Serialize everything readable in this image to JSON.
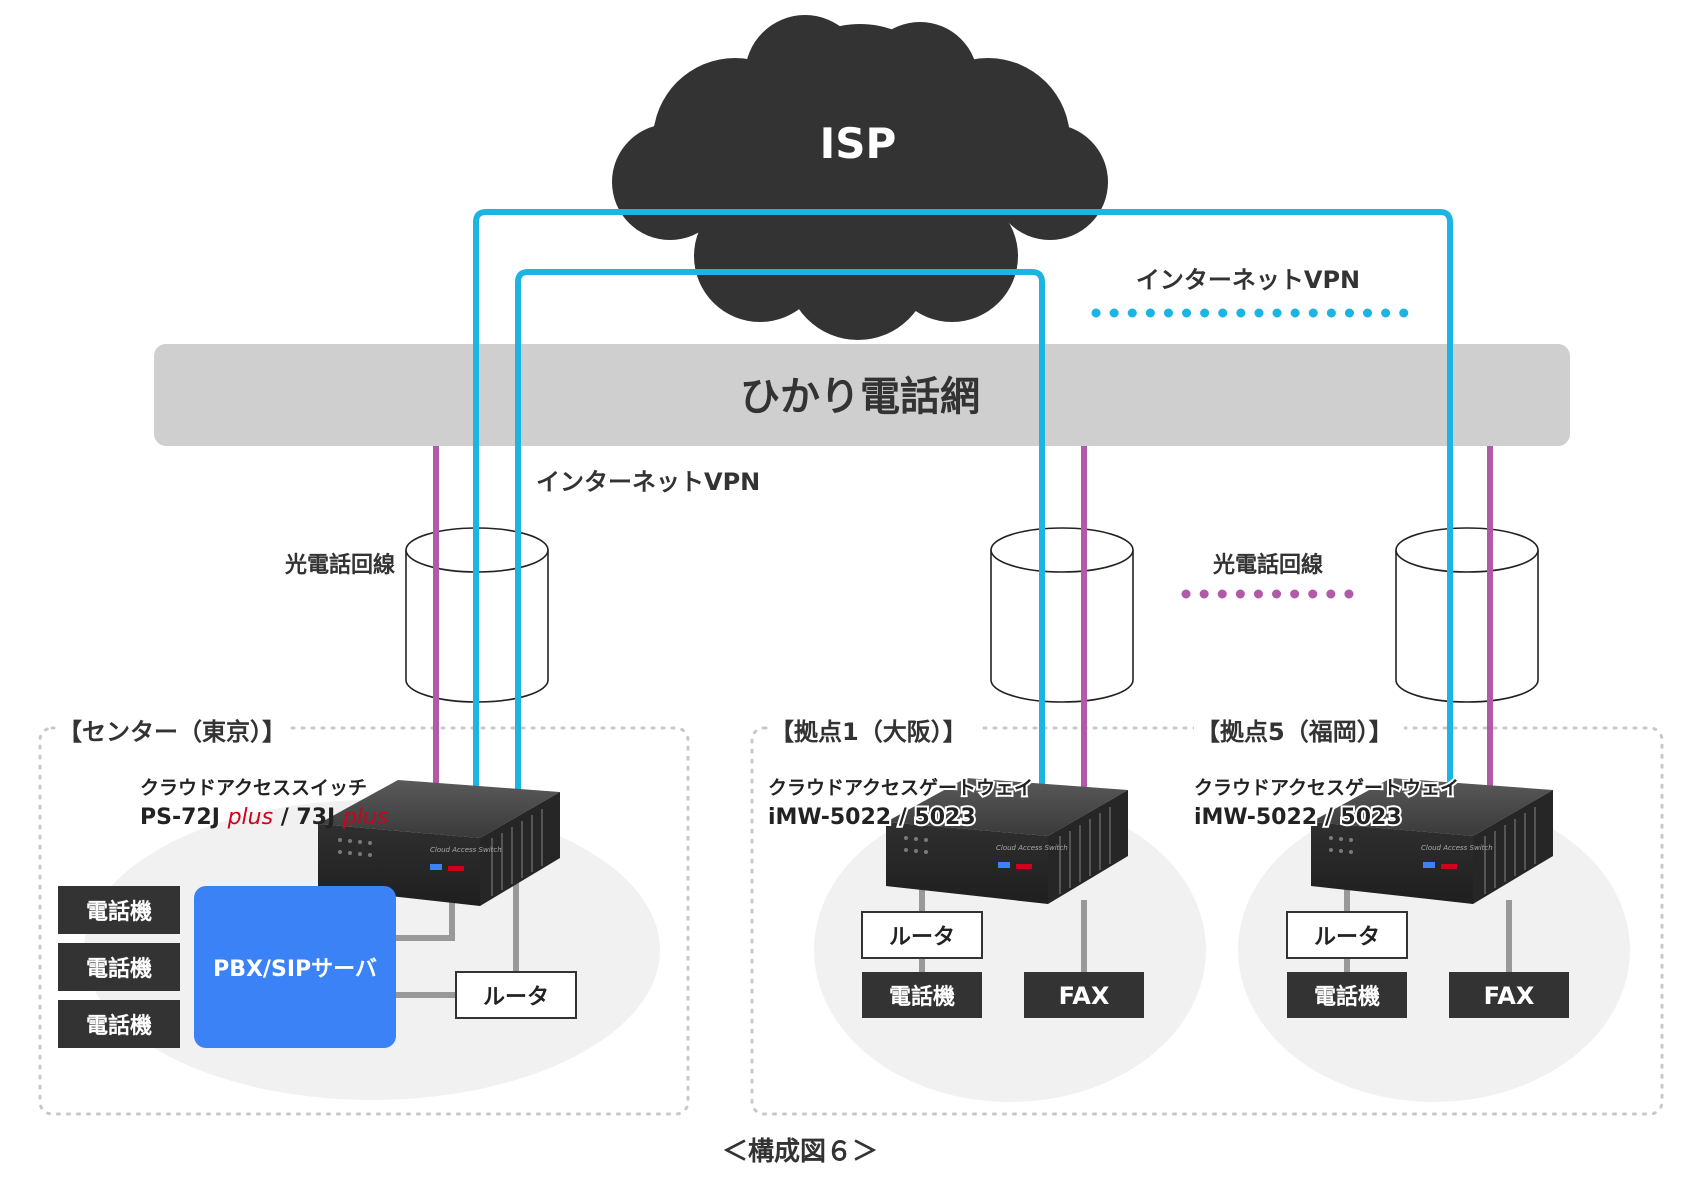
{
  "isp_label": "ISP",
  "hikari_label": "ひかり電話網",
  "vpn_label_top": "インターネットVPN",
  "vpn_label_mid": "インターネットVPN",
  "line_label_left": "光電話回線",
  "line_label_right": "光電話回線",
  "center": {
    "title": "【センター（東京）】",
    "device_name": "クラウドアクセススイッチ",
    "model_a": "PS-72J ",
    "plus_a": "plus",
    "model_sep": " / 73J ",
    "plus_b": "plus",
    "phones": [
      "電話機",
      "電話機",
      "電話機"
    ],
    "pbx": "PBX/SIPサーバ",
    "router": "ルータ"
  },
  "site1": {
    "title": "【拠点1（大阪）】",
    "device_name": "クラウドアクセスゲートウェイ",
    "model": "iMW-5022 / 5023",
    "router": "ルータ",
    "phone": "電話機",
    "fax": "FAX"
  },
  "site5": {
    "title": "【拠点5（福岡）】",
    "device_name": "クラウドアクセスゲートウェイ",
    "model": "iMW-5022 / 5023",
    "router": "ルータ",
    "phone": "電話機",
    "fax": "FAX"
  },
  "device_badge": "Cloud Access Switch",
  "caption": "＜構成図６＞",
  "colors": {
    "vpn": "#1cb4e2",
    "phone_line": "#b05aa8",
    "cloud": "#333333",
    "band": "#cfcfcf",
    "pbx": "#3b82f6",
    "dark_box": "#333333",
    "plus": "#d0021b"
  }
}
